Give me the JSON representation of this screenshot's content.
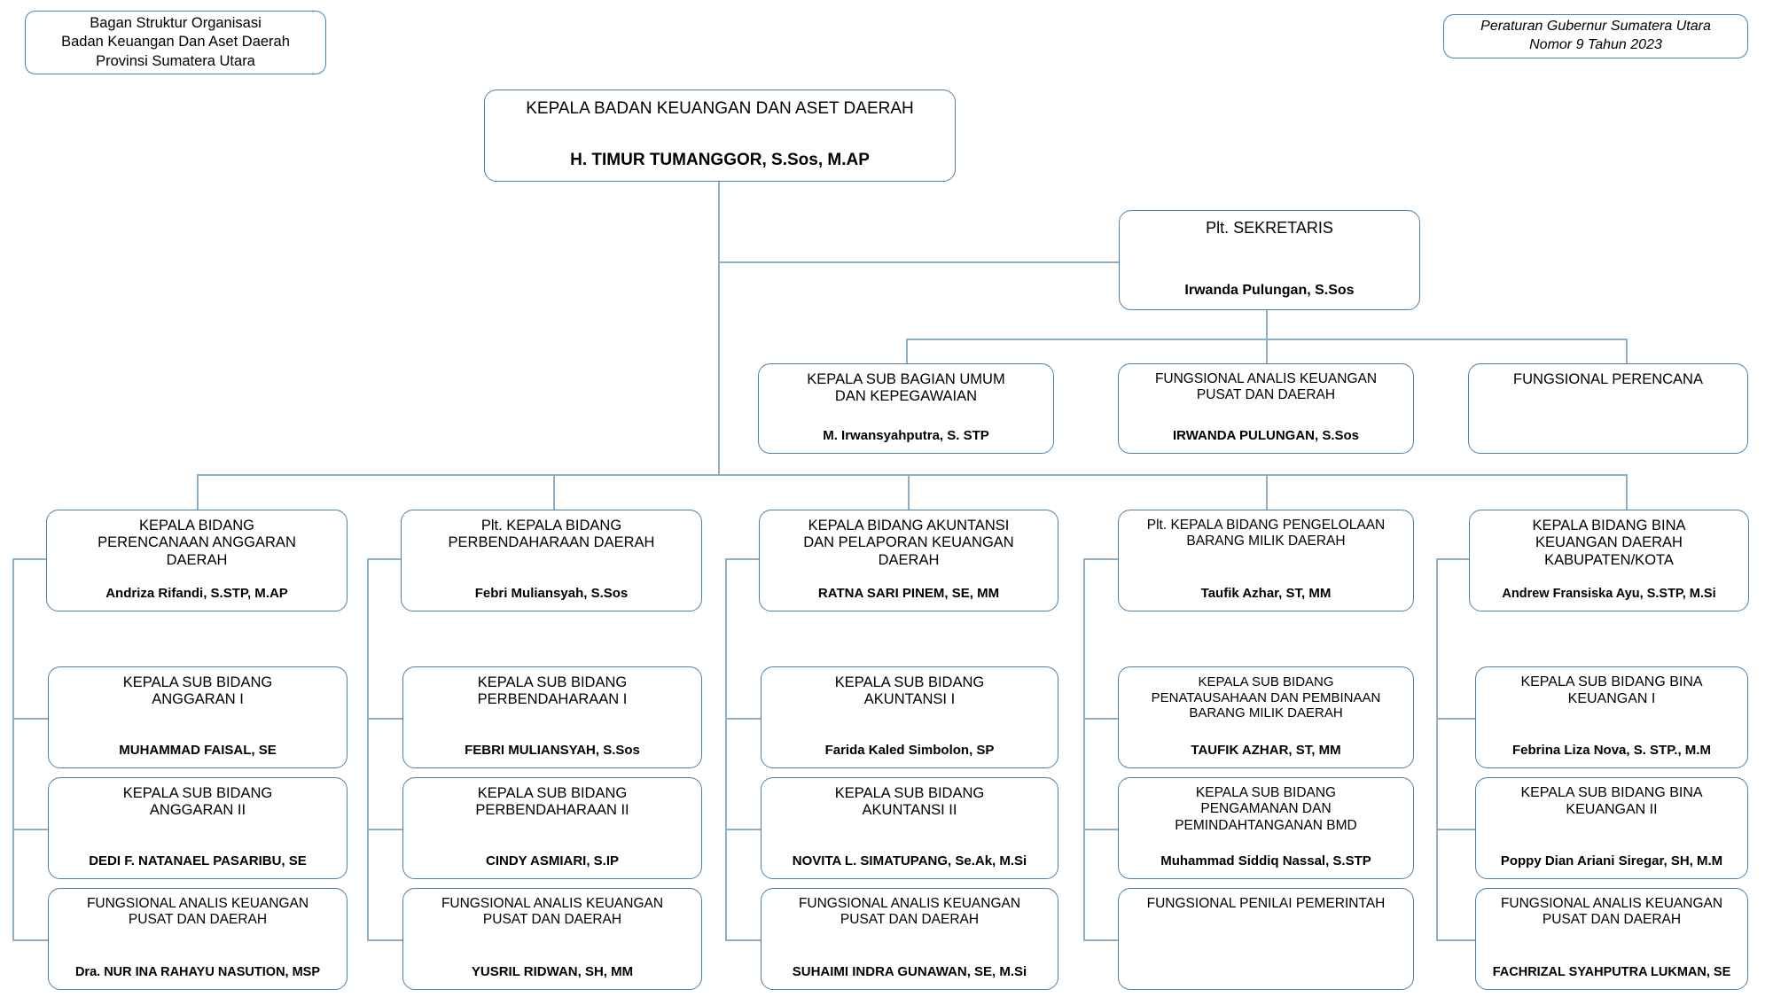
{
  "document": {
    "legend_title": "Bagan Struktur Organisasi\nBadan Keuangan Dan Aset Daerah\nProvinsi Sumatera Utara",
    "legend_regulation": "Peraturan Gubernur Sumatera Utara\nNomor 9 Tahun 2023",
    "accent_color": "#4f81a8",
    "line_color": "#8faec8",
    "background_color": "#ffffff"
  },
  "head": {
    "title": "KEPALA BADAN KEUANGAN DAN ASET DAERAH",
    "person": "H. TIMUR TUMANGGOR, S.Sos, M.AP"
  },
  "secretary": {
    "title": "Plt. SEKRETARIS",
    "person": "Irwanda Pulungan, S.Sos"
  },
  "secretariat_units": [
    {
      "title": "KEPALA SUB BAGIAN UMUM\nDAN KEPEGAWAIAN",
      "person": "M. Irwansyahputra, S. STP"
    },
    {
      "title": "FUNGSIONAL ANALIS KEUANGAN\nPUSAT DAN DAERAH",
      "person": "IRWANDA PULUNGAN, S.Sos"
    },
    {
      "title": "FUNGSIONAL PERENCANA",
      "person": ""
    }
  ],
  "divisions": [
    {
      "head": {
        "title": "KEPALA BIDANG\nPERENCANAAN ANGGARAN\nDAERAH",
        "person": "Andriza Rifandi, S.STP, M.AP"
      },
      "children": [
        {
          "title": "KEPALA SUB BIDANG\nANGGARAN I",
          "person": "MUHAMMAD FAISAL, SE"
        },
        {
          "title": "KEPALA SUB BIDANG\nANGGARAN II",
          "person": "DEDI F. NATANAEL PASARIBU, SE"
        },
        {
          "title": "FUNGSIONAL ANALIS KEUANGAN\nPUSAT DAN DAERAH",
          "person": "Dra. NUR INA RAHAYU NASUTION, MSP"
        }
      ]
    },
    {
      "head": {
        "title": "Plt. KEPALA BIDANG\nPERBENDAHARAAN DAERAH",
        "person": "Febri Muliansyah, S.Sos"
      },
      "children": [
        {
          "title": "KEPALA SUB BIDANG\nPERBENDAHARAAN I",
          "person": "FEBRI MULIANSYAH, S.Sos"
        },
        {
          "title": "KEPALA SUB BIDANG\nPERBENDAHARAAN II",
          "person": "CINDY ASMIARI, S.IP"
        },
        {
          "title": "FUNGSIONAL ANALIS KEUANGAN\nPUSAT DAN DAERAH",
          "person": "YUSRIL RIDWAN, SH, MM"
        }
      ]
    },
    {
      "head": {
        "title": "KEPALA BIDANG AKUNTANSI\nDAN PELAPORAN KEUANGAN\nDAERAH",
        "person": "RATNA SARI PINEM, SE, MM"
      },
      "children": [
        {
          "title": "KEPALA SUB BIDANG\nAKUNTANSI I",
          "person": "Farida Kaled Simbolon, SP"
        },
        {
          "title": "KEPALA SUB BIDANG\nAKUNTANSI II",
          "person": "NOVITA L. SIMATUPANG, Se.Ak, M.Si"
        },
        {
          "title": "FUNGSIONAL ANALIS KEUANGAN\nPUSAT DAN DAERAH",
          "person": "SUHAIMI INDRA GUNAWAN, SE, M.Si"
        }
      ]
    },
    {
      "head": {
        "title": "Plt. KEPALA BIDANG PENGELOLAAN\nBARANG MILIK DAERAH",
        "person": "Taufik Azhar, ST, MM"
      },
      "children": [
        {
          "title": "KEPALA SUB BIDANG\nPENATAUSAHAAN DAN PEMBINAAN\nBARANG MILIK DAERAH",
          "person": "TAUFIK AZHAR, ST, MM"
        },
        {
          "title": "KEPALA SUB BIDANG\nPENGAMANAN DAN\nPEMINDAHTANGANAN BMD",
          "person": "Muhammad Siddiq Nassal, S.STP"
        },
        {
          "title": "FUNGSIONAL PENILAI PEMERINTAH",
          "person": ""
        }
      ]
    },
    {
      "head": {
        "title": "KEPALA BIDANG BINA\nKEUANGAN DAERAH\nKABUPATEN/KOTA",
        "person": "Andrew Fransiska Ayu, S.STP, M.Si"
      },
      "children": [
        {
          "title": "KEPALA SUB BIDANG BINA\nKEUANGAN I",
          "person": "Febrina Liza Nova, S. STP., M.M"
        },
        {
          "title": "KEPALA SUB BIDANG BINA\nKEUANGAN II",
          "person": "Poppy Dian Ariani Siregar, SH, M.M"
        },
        {
          "title": "FUNGSIONAL ANALIS KEUANGAN\nPUSAT DAN DAERAH",
          "person": "FACHRIZAL SYAHPUTRA LUKMAN, SE"
        }
      ]
    }
  ]
}
